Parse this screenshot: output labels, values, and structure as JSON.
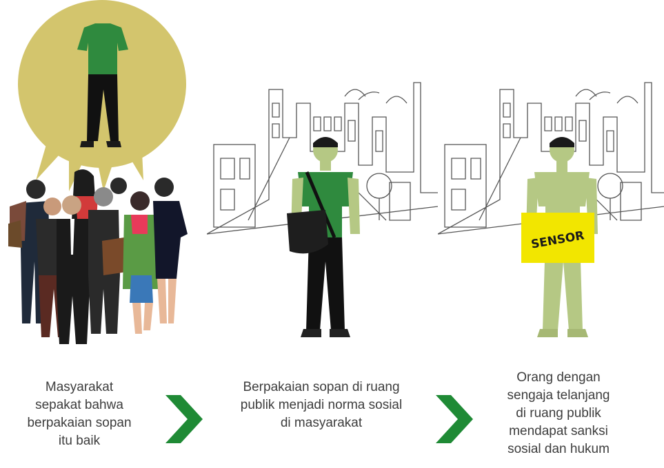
{
  "colors": {
    "bubble": "#d3c56d",
    "shirt_green": "#2f8a3e",
    "skin_green": "#b5c884",
    "sign_yellow": "#f2e600",
    "chevron_green": "#1f8a35",
    "caption_text": "#3d3d3d"
  },
  "panels": [
    {
      "caption": "Masyarakat\nsepakat bahwa\nberpakaian sopan\nitu baik"
    },
    {
      "caption": "Berpakaian sopan di ruang\npublik menjadi norma sosial\ndi masyarakat"
    },
    {
      "caption": "Orang dengan\nsengaja telanjang\ndi ruang publik\nmendapat sanksi\nsosial dan hukum",
      "sign_text": "SENSOR"
    }
  ],
  "icons": [
    "thought-bubble",
    "green-shirt-outfit",
    "crowd",
    "city-sketch",
    "man-with-bag",
    "naked-man",
    "censor-sign",
    "chevron-right-icon"
  ]
}
